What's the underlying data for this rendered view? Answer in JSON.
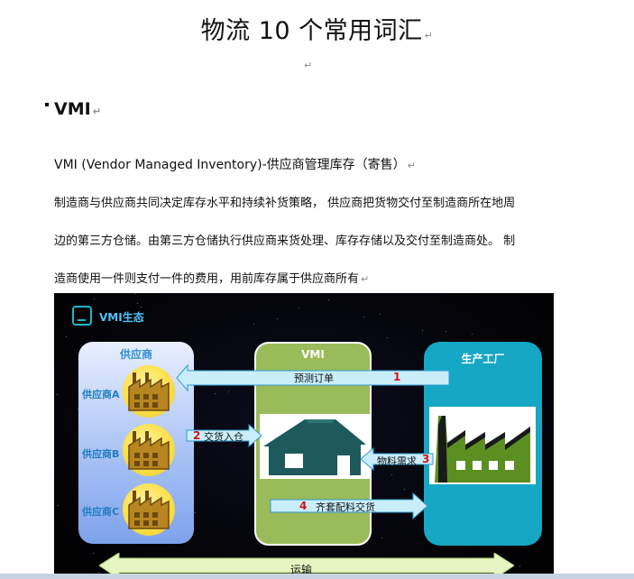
{
  "document": {
    "title": "物流 10 个常用词汇",
    "heading": "VMI",
    "paragraphs": [
      "VMI (Vendor Managed Inventory)-供应商管理库存（寄售）",
      "制造商与供应商共同决定库存水平和持续补货策略， 供应商把货物交付至制造商所在地周",
      "边的第三方仓储。由第三方仓储执行供应商来货处理、库存存储以及交付至制造商处。 制",
      "造商使用一件则支付一件的费用，用前库存属于供应商所有"
    ],
    "pilcrow": "↵"
  },
  "diagram": {
    "title": "VMI生态",
    "supplier_panel": {
      "title": "供应商",
      "suppliers": [
        "供应商A",
        "供应商B",
        "供应商C"
      ]
    },
    "vmi_panel": {
      "title": "VMI"
    },
    "factory_panel": {
      "title": "生产工厂"
    },
    "flows": [
      {
        "num": "1",
        "label": "预测订单"
      },
      {
        "num": "2",
        "label": "交货入仓"
      },
      {
        "num": "3",
        "label": "物料需求"
      },
      {
        "num": "4",
        "label": "齐套配料交货"
      }
    ],
    "transport_label": "运输",
    "colors": {
      "supplier_panel": "#a4bff4",
      "vmi_panel": "#9abb59",
      "factory_panel": "#16a7c5",
      "arrow_fill": "#c9eefa",
      "flow_number": "#d01515",
      "warehouse": "#1e5a5c",
      "plant": "#5c8f22"
    }
  }
}
